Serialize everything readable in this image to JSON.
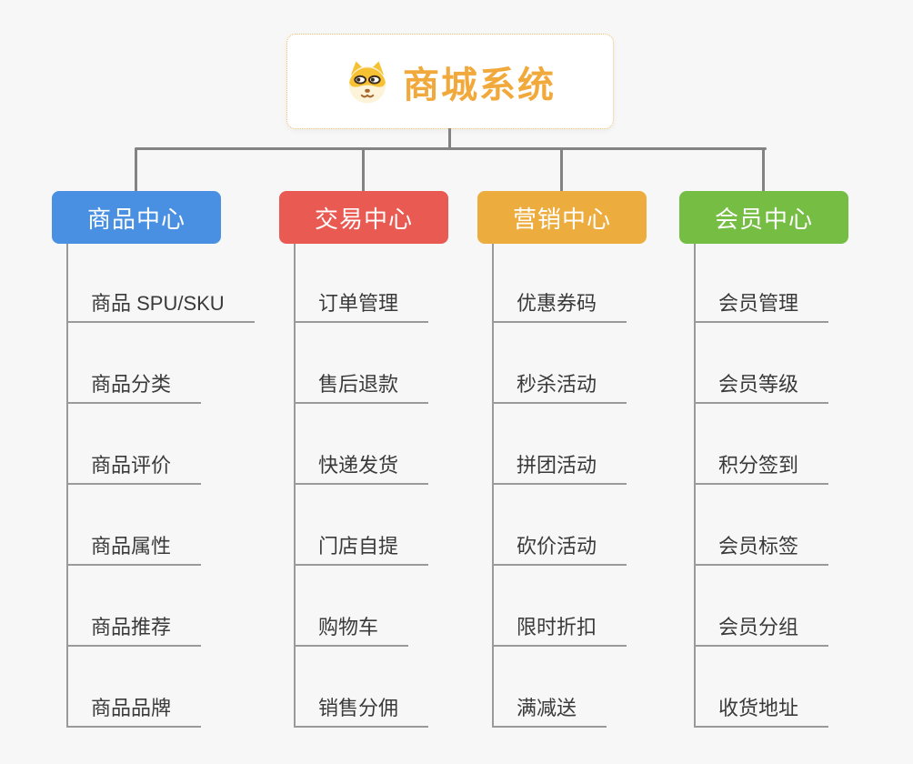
{
  "page": {
    "background_color": "#f7f7f7",
    "connector_color": "#838383",
    "underline_color": "#9a9a9a"
  },
  "root": {
    "label": "商城系统",
    "icon": "shiba-dog-icon",
    "text_color": "#f2a93c",
    "border_color": "#f0bd6a"
  },
  "branches": [
    {
      "label": "商品中心",
      "color": "#4a90e2",
      "items": [
        "商品 SPU/SKU",
        "商品分类",
        "商品评价",
        "商品属性",
        "商品推荐",
        "商品品牌"
      ]
    },
    {
      "label": "交易中心",
      "color": "#e95a52",
      "items": [
        "订单管理",
        "售后退款",
        "快递发货",
        "门店自提",
        "购物车",
        "销售分佣"
      ]
    },
    {
      "label": "营销中心",
      "color": "#edac3e",
      "items": [
        "优惠券码",
        "秒杀活动",
        "拼团活动",
        "砍价活动",
        "限时折扣",
        "满减送"
      ]
    },
    {
      "label": "会员中心",
      "color": "#76bd43",
      "items": [
        "会员管理",
        "会员等级",
        "积分签到",
        "会员标签",
        "会员分组",
        "收货地址"
      ]
    }
  ]
}
